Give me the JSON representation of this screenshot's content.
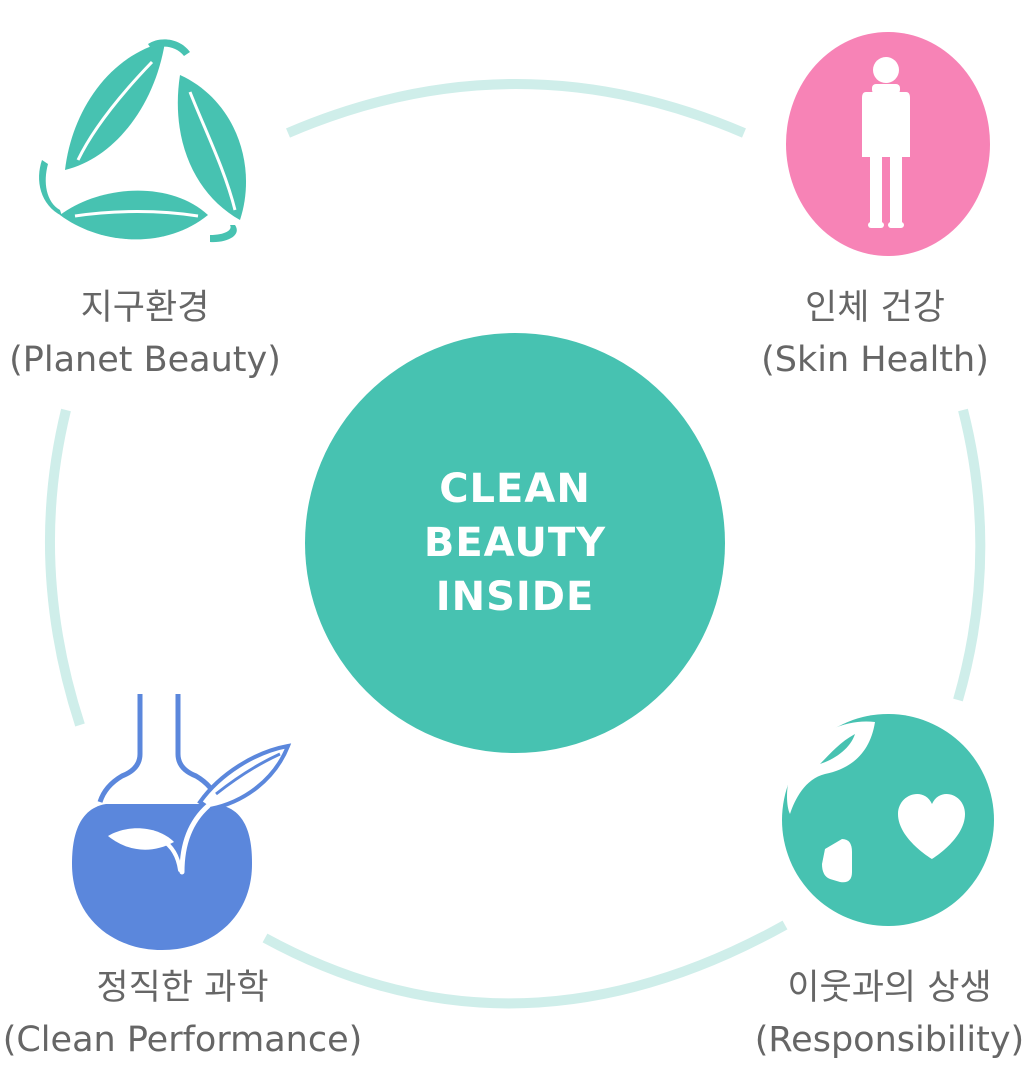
{
  "center": {
    "lines": [
      "CLEAN",
      "BEAUTY",
      "INSIDE"
    ]
  },
  "nodes": [
    {
      "key": "planet",
      "title": "지구환경",
      "subtitle": "(Planet Beauty)",
      "icon": "recycle-leaves-icon",
      "color": "#47c2b1"
    },
    {
      "key": "skin",
      "title": "인체 건강",
      "subtitle": "(Skin Health)",
      "icon": "human-figure-icon",
      "color": "#f783b6"
    },
    {
      "key": "performance",
      "title": "정직한 과학",
      "subtitle": "(Clean Performance)",
      "icon": "flask-sprout-icon",
      "color": "#5b87dc"
    },
    {
      "key": "responsibility",
      "title": "이웃과의 상생",
      "subtitle": "(Responsibility)",
      "icon": "globe-hearts-icon",
      "color": "#47c2b1"
    }
  ],
  "colors": {
    "accent": "#47c2b1",
    "ring": "#cfeeea",
    "text": "#666666"
  }
}
